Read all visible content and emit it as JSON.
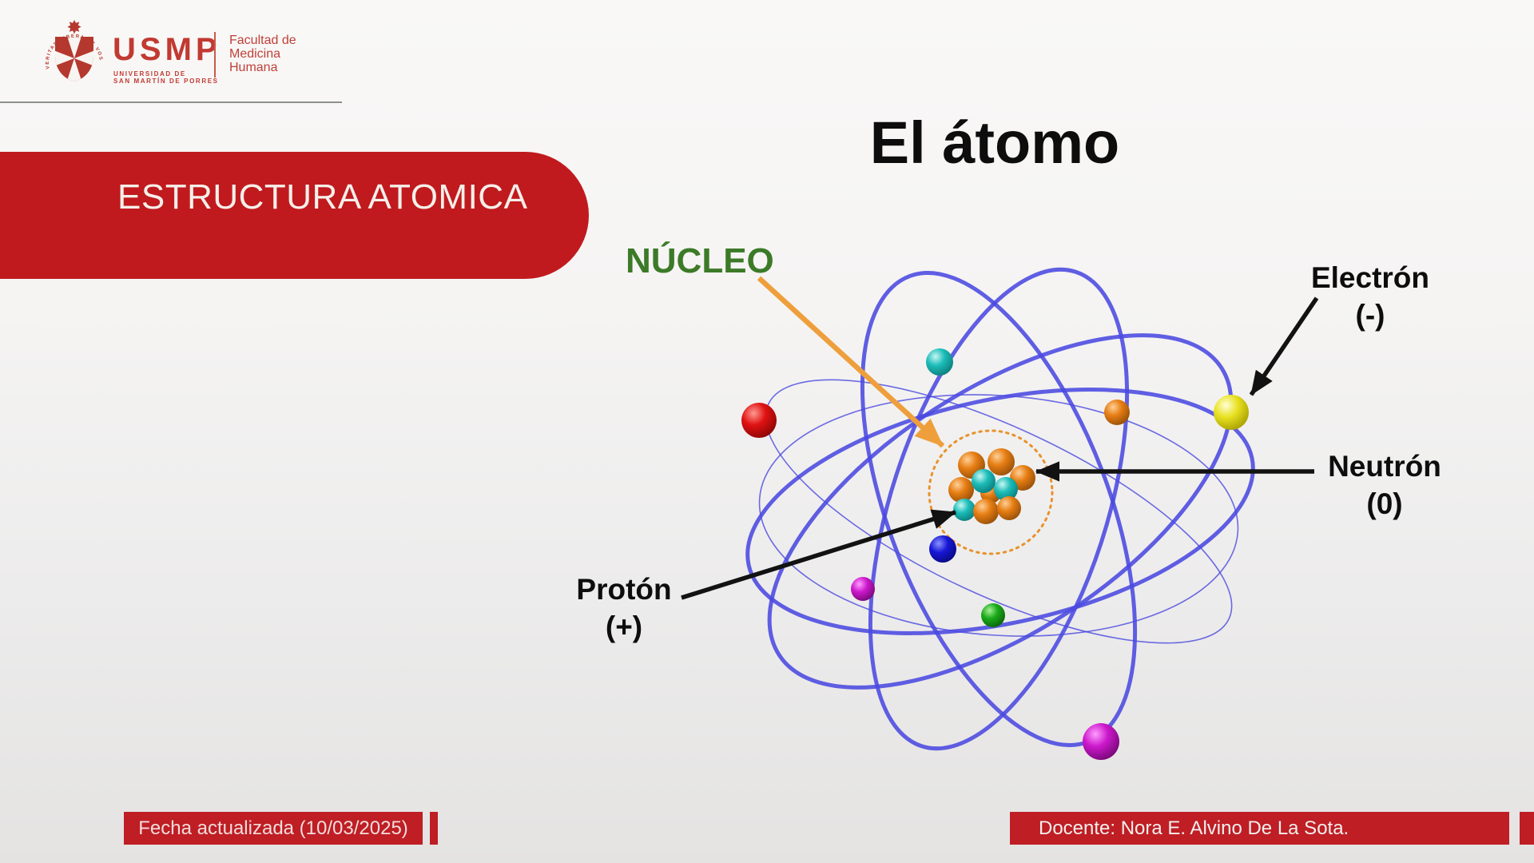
{
  "header": {
    "logo": {
      "acronym": "USMP",
      "motto": "VERITAS LIBERABIT VOS",
      "university_line1": "UNIVERSIDAD DE",
      "university_line2": "SAN MARTÍN DE PORRES",
      "faculty_line1": "Facultad de",
      "faculty_line2": "Medicina",
      "faculty_line3": "Humana"
    },
    "banner_title": "ESTRUCTURA ATOMICA"
  },
  "slide": {
    "title": "El átomo"
  },
  "diagram": {
    "labels": {
      "nucleus": "NÚCLEO",
      "electron_name": "Electrón",
      "electron_charge": "(-)",
      "neutron_name": "Neutrón",
      "neutron_charge": "(0)",
      "proton_name": "Protón",
      "proton_charge": "(+)"
    },
    "colors": {
      "orbit_blue": "#4a49e0",
      "nucleus_ring_orange": "#e8922a",
      "nucleus_label_green": "#3c7a28",
      "arrow_black": "#121212",
      "arrow_orange": "#ee9f3c"
    }
  },
  "footer": {
    "date_text": "Fecha actualizada (10/03/2025)",
    "docente_text": "Docente: Nora E. Alvino De La Sota."
  },
  "theme": {
    "banner_red": "#c01a1e",
    "bar_red": "#be1e24",
    "logo_red": "#c13a32"
  }
}
